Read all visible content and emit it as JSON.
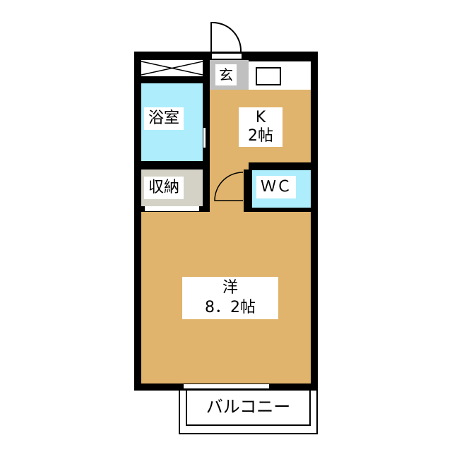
{
  "rooms": {
    "genkan": "玄",
    "bath": "浴室",
    "kitchen": {
      "name": "K",
      "size": "2帖"
    },
    "storage": "収納",
    "wc": "ＷＣ",
    "western": {
      "name": "洋",
      "size": "8．2帖"
    },
    "balcony": "バルコニー"
  },
  "colors": {
    "floor": "#e0b46c",
    "wet": "#aeeefc",
    "genkan": "#c0c0c0",
    "storage": "#d4d1c6"
  }
}
